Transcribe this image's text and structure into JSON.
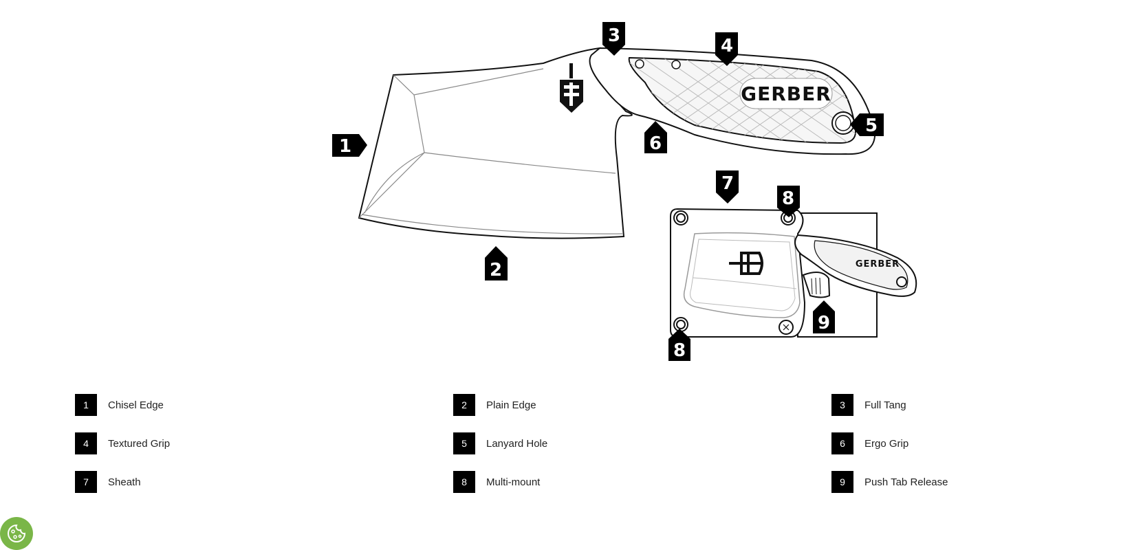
{
  "diagram": {
    "brand": "GERBER",
    "callouts": [
      "1",
      "2",
      "3",
      "4",
      "5",
      "6",
      "7",
      "8",
      "8",
      "9"
    ]
  },
  "legend": [
    {
      "num": "1",
      "label": "Chisel Edge"
    },
    {
      "num": "2",
      "label": "Plain Edge"
    },
    {
      "num": "3",
      "label": "Full Tang"
    },
    {
      "num": "4",
      "label": "Textured Grip"
    },
    {
      "num": "5",
      "label": "Lanyard Hole"
    },
    {
      "num": "6",
      "label": "Ergo Grip"
    },
    {
      "num": "7",
      "label": "Sheath"
    },
    {
      "num": "8",
      "label": "Multi-mount"
    },
    {
      "num": "9",
      "label": "Push Tab Release"
    }
  ],
  "cookie_button": {
    "icon": "cookie-icon",
    "color": "#7ab648"
  }
}
